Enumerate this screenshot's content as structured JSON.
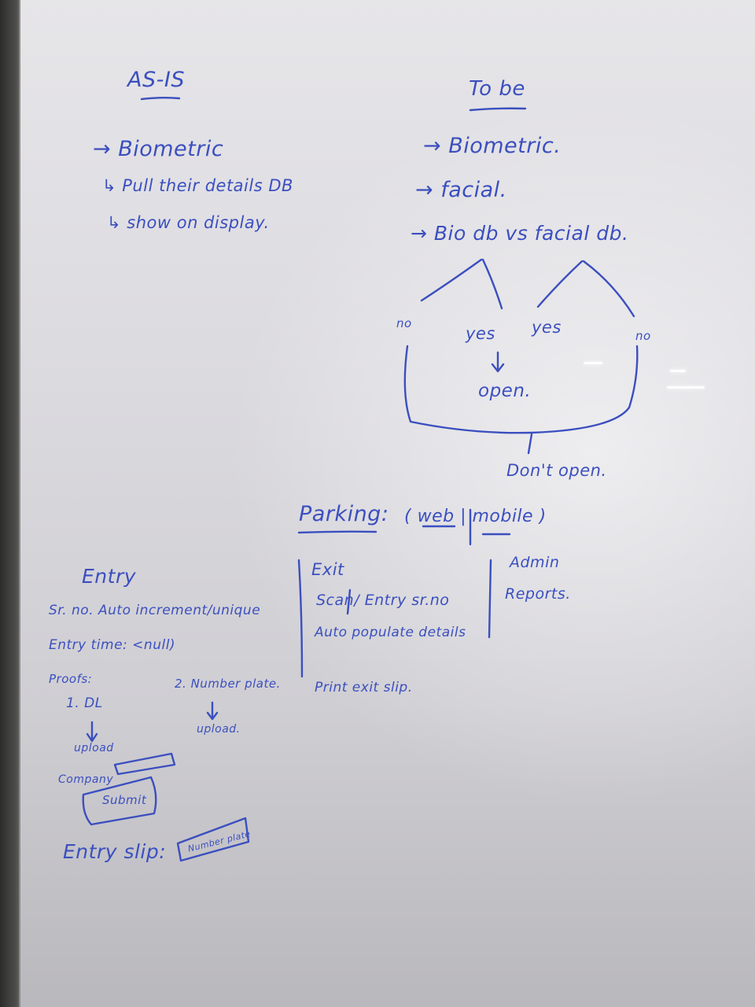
{
  "as_is": {
    "heading": "AS-IS",
    "items": [
      "→ Biometric",
      "↳ Pull their details DB",
      "↳ show on display."
    ]
  },
  "to_be": {
    "heading": "To be",
    "items": [
      "→ Biometric.",
      "→ facial.",
      "→ Bio db vs facial db."
    ],
    "branch_left_no": "no",
    "branch_left_yes": "yes",
    "branch_right_yes": "yes",
    "branch_right_no": "no",
    "open_label": "open.",
    "dont_open_label": "Don't open."
  },
  "parking": {
    "heading": "Parking:",
    "platforms": "( web | mobile )",
    "entry": {
      "heading": "Entry",
      "lines": [
        "Sr. no. Auto increment/unique",
        "Entry time: <null)",
        "Proofs:"
      ],
      "proof_1": "1. DL",
      "proof_1_upload": "upload",
      "proof_2": "2. Number plate.",
      "proof_2_upload": "upload.",
      "company_label": "Company",
      "submit_label": "Submit",
      "entry_slip_label": "Entry slip:",
      "slip_box_label": "Number plate"
    },
    "exit": {
      "heading": "Exit",
      "lines": [
        "Scan/ Entry sr.no",
        "Auto populate details",
        "Print exit slip."
      ]
    },
    "admin": {
      "heading": "Admin",
      "lines": [
        "Reports."
      ]
    }
  },
  "colors": {
    "marker_ink": "#3b4fbf",
    "whiteboard": "#dcdbe0",
    "frame": "#2c2c2c"
  }
}
